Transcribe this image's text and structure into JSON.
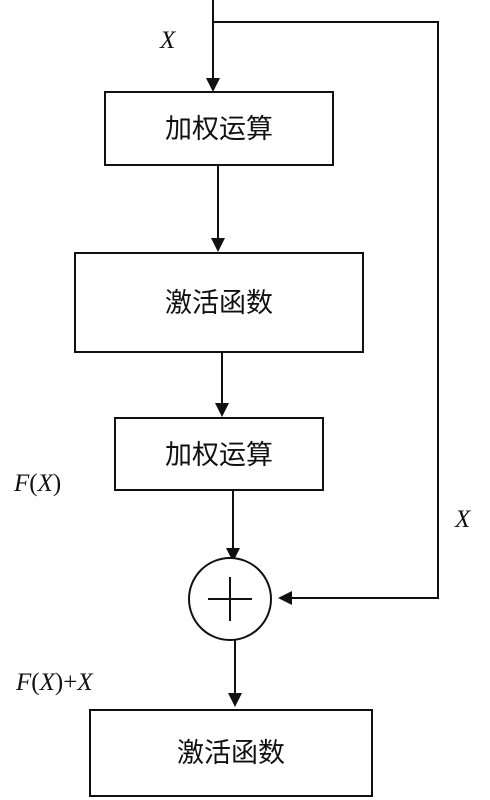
{
  "diagram": {
    "blocks": {
      "weighted_op_1": "加权运算",
      "activation_1": "激活函数",
      "weighted_op_2": "加权运算",
      "activation_2": "激活函数"
    },
    "labels": {
      "input_x": "X",
      "shortcut_x": "X",
      "fx_func": "F",
      "fx_paren_open": "(",
      "fx_var": "X",
      "fx_paren_close": ")",
      "sum_func": "F",
      "sum_paren_open": "(",
      "sum_var1": "X",
      "sum_paren_close": ")",
      "sum_plus": "+",
      "sum_var2": "X"
    }
  }
}
